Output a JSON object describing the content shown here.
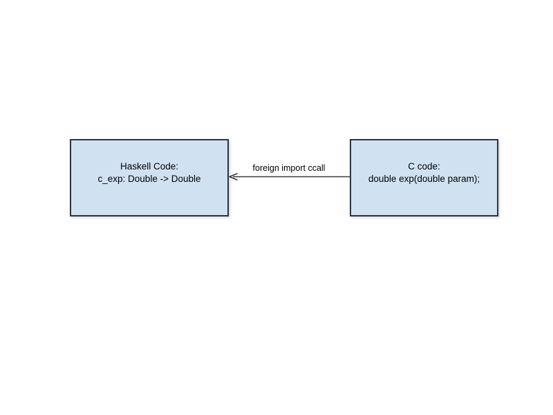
{
  "diagram": {
    "background_color": "#ffffff",
    "nodes": [
      {
        "id": "haskell",
        "title": "Haskell Code:",
        "detail": "c_exp: Double -> Double",
        "fill_color": "#d0e1f2",
        "border_color": "#2a3442"
      },
      {
        "id": "c",
        "title": "C code:",
        "detail": "double exp(double param);",
        "fill_color": "#d0e1f2",
        "border_color": "#2a3442"
      }
    ],
    "edges": [
      {
        "id": "ffi-edge",
        "label": "foreign import ccall",
        "from": "c",
        "to": "haskell",
        "direction": "left",
        "line_color": "#3b3b3b"
      }
    ]
  }
}
